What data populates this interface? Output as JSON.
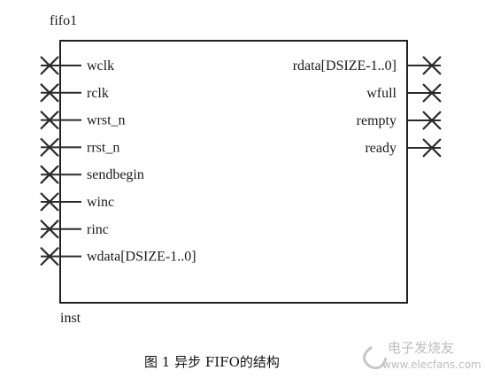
{
  "instance_name": "fifo1",
  "instance_label": "inst",
  "inputs": [
    "wclk",
    "rclk",
    "wrst_n",
    "rrst_n",
    "sendbegin",
    "winc",
    "rinc",
    "wdata[DSIZE-1..0]"
  ],
  "outputs": [
    "rdata[DSIZE-1..0]",
    "wfull",
    "rempty",
    "ready"
  ],
  "caption": "图 1 异步 FIFO的结构",
  "watermark": {
    "title": "电子发烧友",
    "url": "www.elecfans.com"
  }
}
